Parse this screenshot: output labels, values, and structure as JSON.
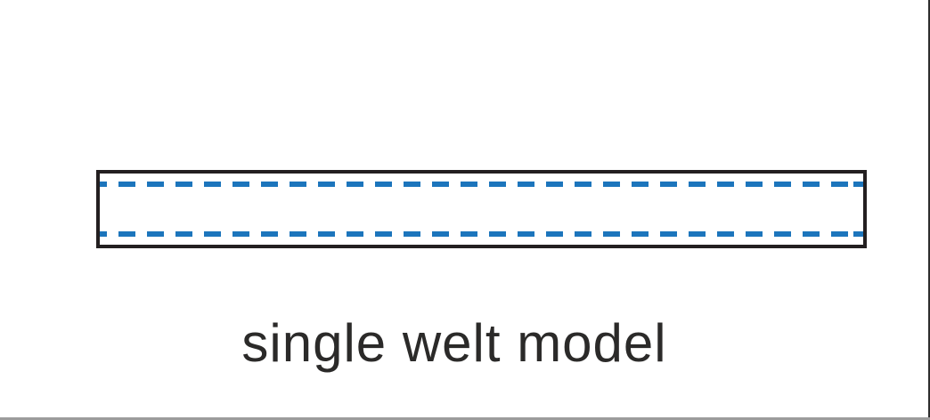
{
  "diagram": {
    "caption": "single welt model"
  },
  "welt_strip": {
    "outline_style": "solid",
    "stitch_line_style": "dashed",
    "stitch_line_count": 2
  },
  "colors": {
    "stitch_blue": "#1c75bc",
    "outline_black": "#231f20",
    "caption_color": "#2b2a29",
    "edge_right": "#2e2e2e",
    "edge_bottom": "#9c9c9c"
  }
}
